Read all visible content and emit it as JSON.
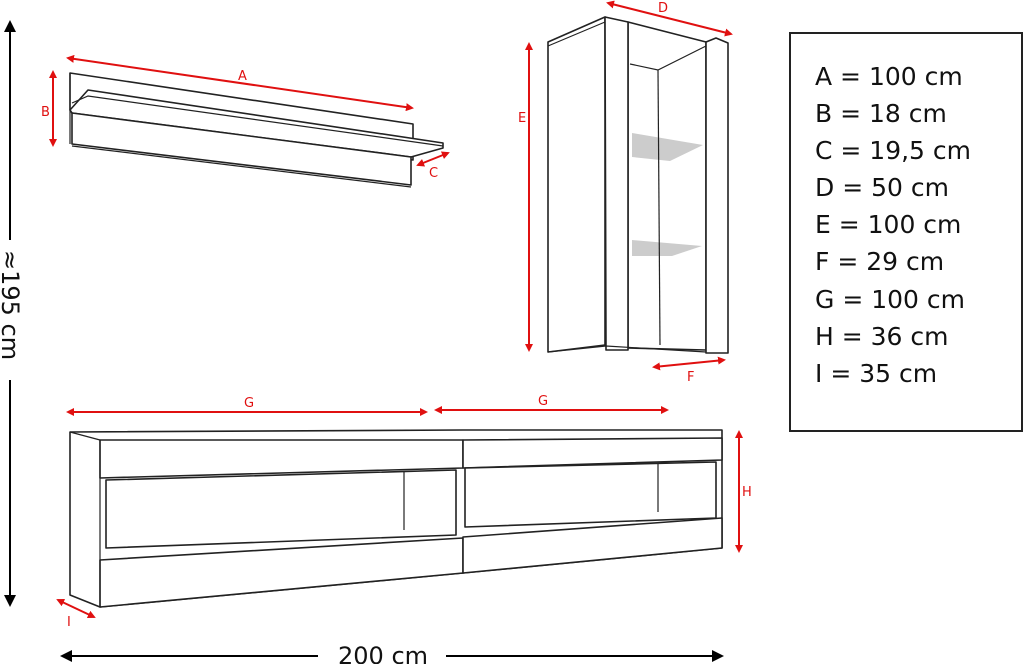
{
  "labels": {
    "A": "A",
    "B": "B",
    "C": "C",
    "D": "D",
    "E": "E",
    "F": "F",
    "G1": "G",
    "G2": "G",
    "H": "H",
    "I": "I"
  },
  "total_height": "≈195 cm",
  "total_width": "200 cm",
  "legend": [
    "A = 100 cm",
    "B = 18 cm",
    "C = 19,5 cm",
    "D = 50 cm",
    "E = 100 cm",
    "F = 29 cm",
    "G = 100 cm",
    "H = 36 cm",
    "I = 35 cm"
  ],
  "colors": {
    "dimension": "#e01010",
    "line": "#222222",
    "shelf_glass": "#cccccc"
  }
}
